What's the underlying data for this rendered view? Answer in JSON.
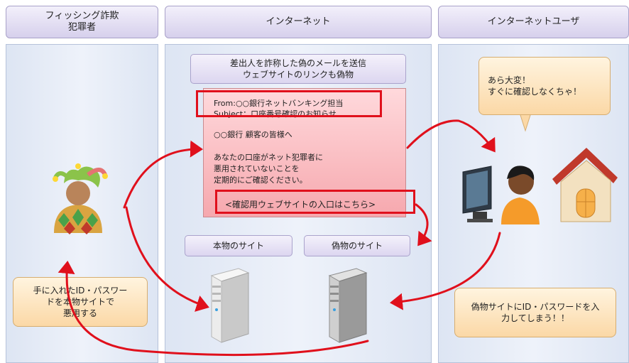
{
  "columns": {
    "criminal": {
      "title_line1": "フィッシング詐欺",
      "title_line2": "犯罪者"
    },
    "internet": {
      "title": "インターネット"
    },
    "user": {
      "title": "インターネットユーザ"
    }
  },
  "email_caption": {
    "line1": "差出人を詐称した偽のメールを送信",
    "line2": "ウェブサイトのリンクも偽物"
  },
  "email": {
    "from": "From:○○銀行ネットバンキング担当",
    "subject": "Subject：口座番号確認のお知らせ",
    "greeting": "○○銀行 顧客の皆様へ",
    "body_line1": "あなたの口座がネット犯罪者に",
    "body_line2": "悪用されていないことを",
    "body_line3": "定期的にご確認ください。",
    "link": "<確認用ウェブサイトの入口はこちら>"
  },
  "sites": {
    "real": "本物のサイト",
    "fake": "偽物のサイト"
  },
  "user_bubble": {
    "line1": "あら大変！",
    "line2": "すぐに確認しなくちゃ！"
  },
  "criminal_note": {
    "line1": "手に入れたID・パスワー",
    "line2": "ドを本物サイトで",
    "line3": "悪用する"
  },
  "user_note": {
    "line1": "偽物サイトにID・パスワードを入",
    "line2": "力してしまう！！"
  },
  "icons": [
    "jester-icon",
    "server-icon",
    "user-at-computer-icon",
    "house-icon"
  ],
  "colors": {
    "arrow": "#e0101c",
    "header": "#d6d0ec",
    "column": "#e3e9f5",
    "mail": "#f8b6bb",
    "note": "#fbd8a6"
  }
}
